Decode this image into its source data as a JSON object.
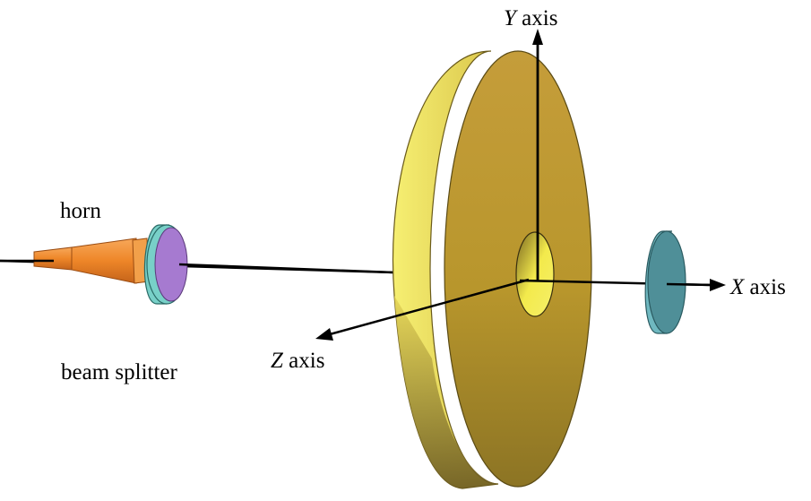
{
  "labels": {
    "horn": "horn",
    "beam_splitter": "beam splitter",
    "y_axis_var": "Y",
    "y_axis_word": " axis",
    "x_axis_var": "X",
    "x_axis_word": " axis",
    "z_axis_var": "Z",
    "z_axis_word": " axis"
  },
  "colors": {
    "disk_face": "#b8962c",
    "disk_rim": "#efe55c",
    "horn_body": "#f08a2a",
    "splitter_rim": "#78d0c8",
    "splitter_face": "#a67ad0",
    "receiver_face": "#4f8f98",
    "receiver_rim": "#6fb8c0",
    "hole_inner": "#f2ea4a"
  }
}
